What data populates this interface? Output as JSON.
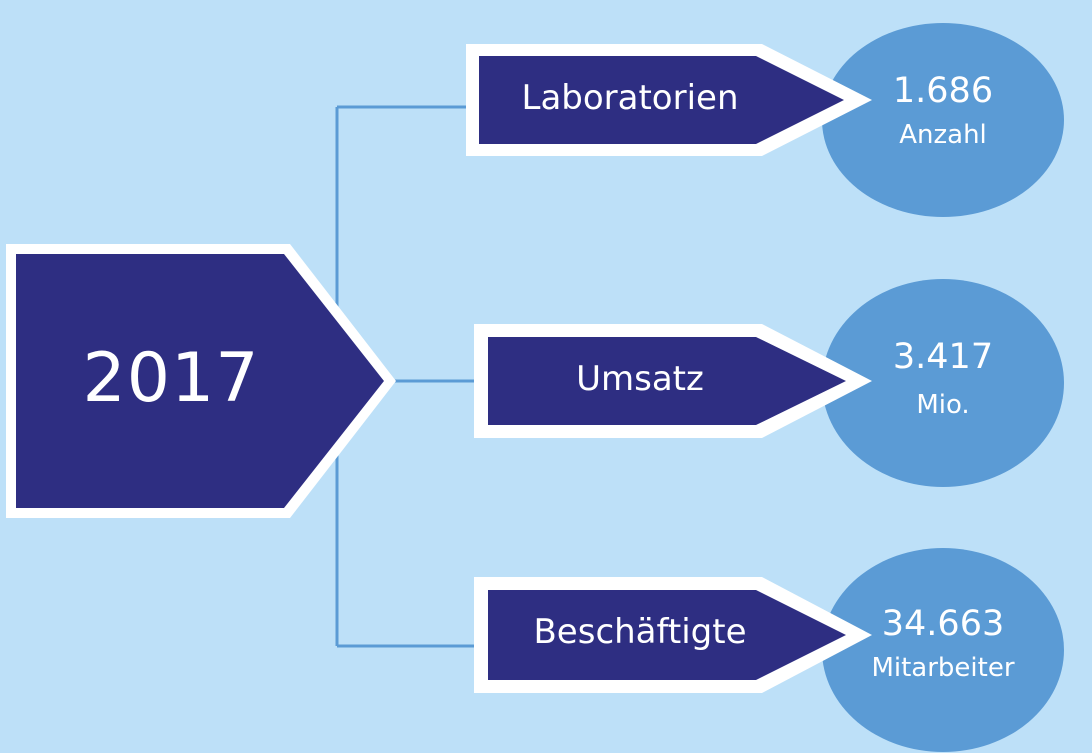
{
  "diagram": {
    "root": {
      "label": "2017"
    },
    "branches": [
      {
        "label": "Laboratorien",
        "value": "1.686",
        "unit": "Anzahl"
      },
      {
        "label": "Umsatz",
        "value": "3.417",
        "unit": "Mio."
      },
      {
        "label": "Beschäftigte",
        "value": "34.663",
        "unit": "Mitarbeiter"
      }
    ]
  },
  "colors": {
    "background": "#bde0f8",
    "node_fill": "#2e2e82",
    "node_border": "#ffffff",
    "circle_fill": "#5b9bd5",
    "connector": "#5b9bd5",
    "text": "#ffffff"
  }
}
